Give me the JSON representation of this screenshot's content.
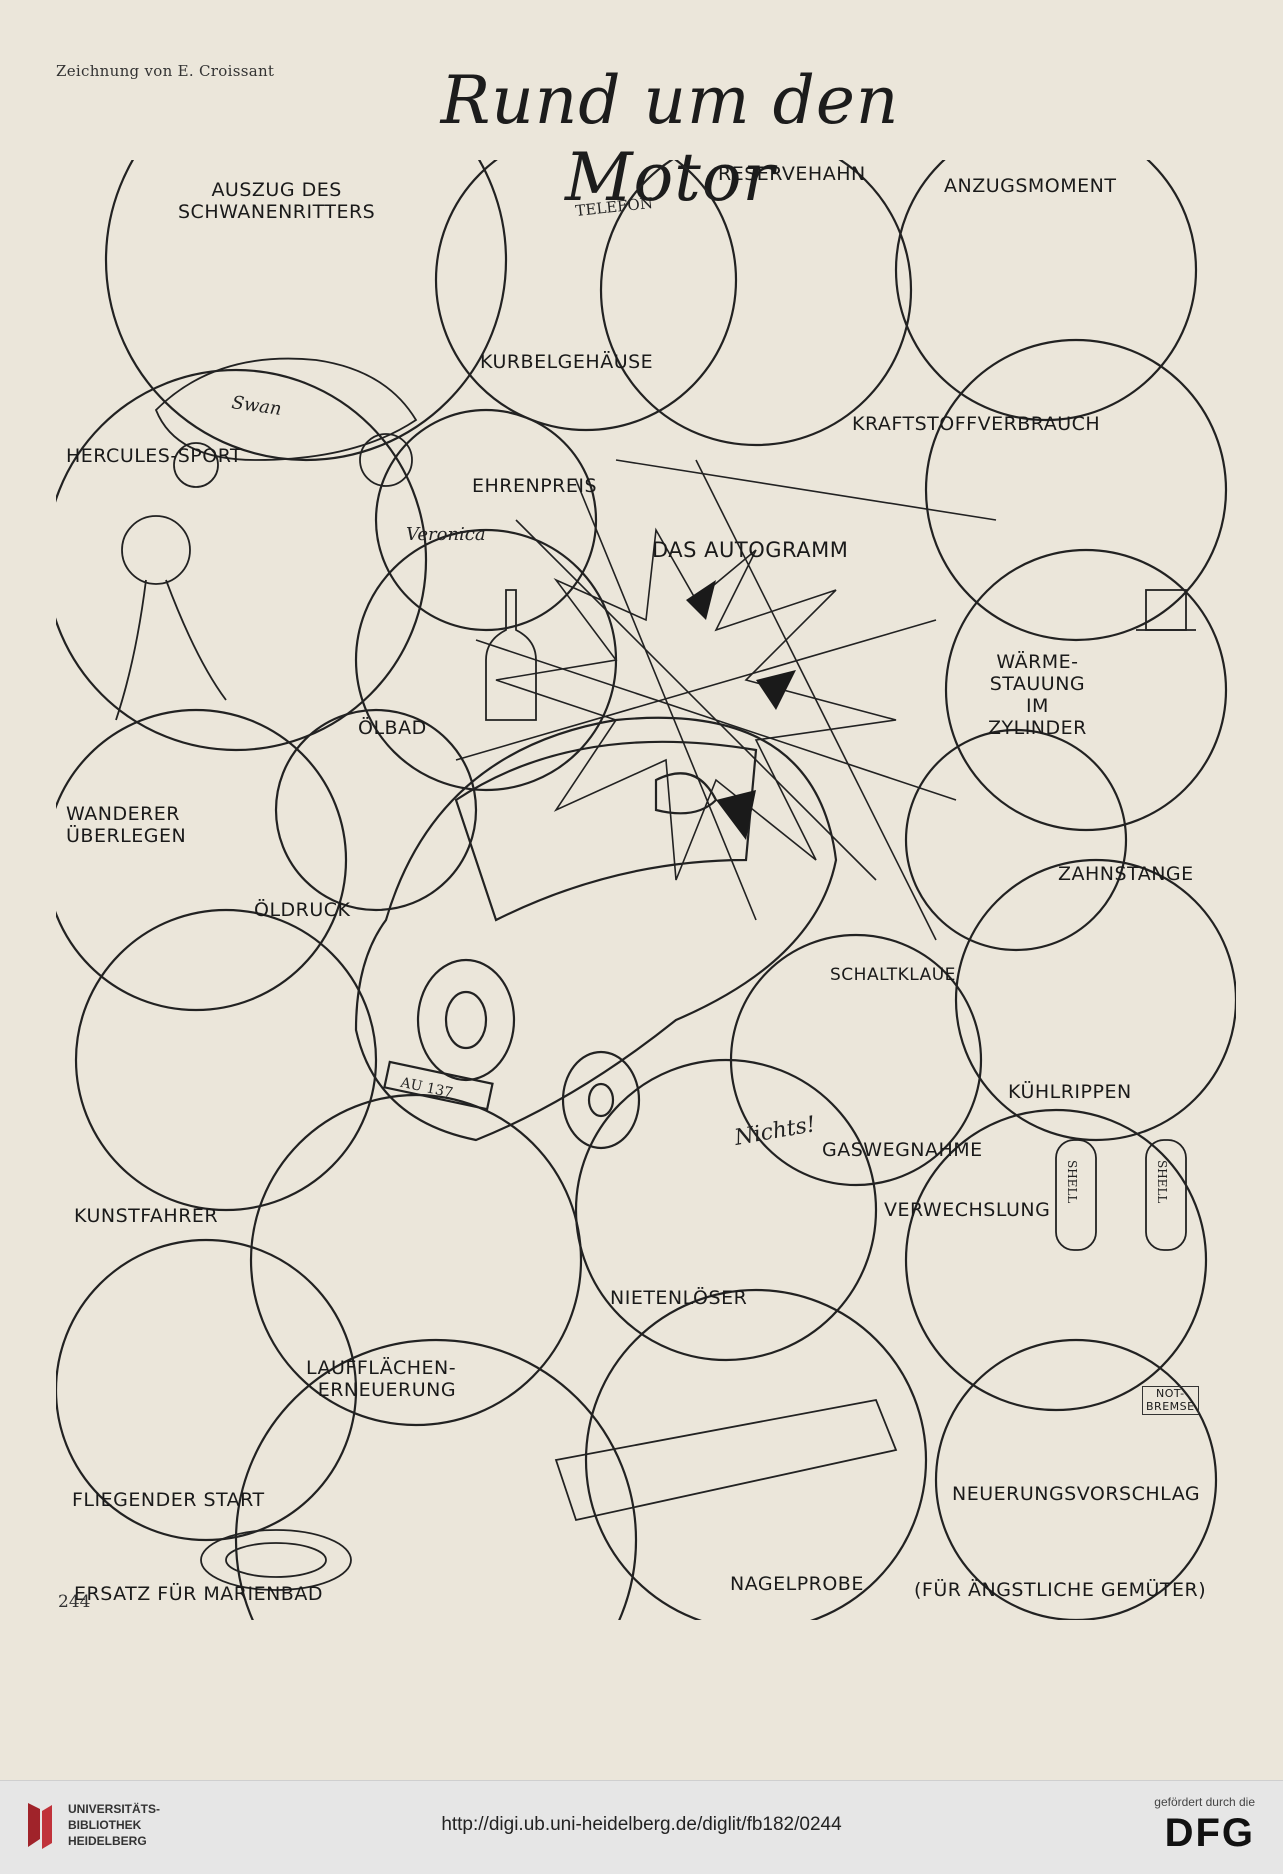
{
  "page": {
    "credit": "Zeichnung von E. Croissant",
    "title": "Rund um den Motor",
    "page_number": "244"
  },
  "captions": [
    {
      "id": "auszug",
      "text": "AUSZUG DES\nSCHWANENRITTERS"
    },
    {
      "id": "reservehahn",
      "text": "RESERVEHAHN"
    },
    {
      "id": "anzugsmoment",
      "text": "ANZUGSMOMENT"
    },
    {
      "id": "kurbelgehaeuse",
      "text": "KURBELGEHÄUSE"
    },
    {
      "id": "kraftstoffverbrauch",
      "text": "KRAFTSTOFFVERBRAUCH"
    },
    {
      "id": "hercules",
      "text": "HERCULES-SPORT"
    },
    {
      "id": "ehrenpreis",
      "text": "EHRENPREIS"
    },
    {
      "id": "autogramm",
      "text": "DAS AUTOGRAMM"
    },
    {
      "id": "waermestauung",
      "text": "WÄRME-\nSTAUUNG\nIM\nZYLINDER"
    },
    {
      "id": "oelbad",
      "text": "ÖLBAD"
    },
    {
      "id": "wanderer",
      "text": "WANDERER\nÜBERLEGEN"
    },
    {
      "id": "oeldruck",
      "text": "ÖLDRUCK"
    },
    {
      "id": "zahnstange",
      "text": "ZAHNSTANGE"
    },
    {
      "id": "schaltklaue",
      "text": "SCHALTKLAUE"
    },
    {
      "id": "kuehlrippen",
      "text": "KÜHLRIPPEN"
    },
    {
      "id": "gaswegnahme",
      "text": "GASWEGNAHME"
    },
    {
      "id": "kunstfahrer",
      "text": "KUNSTFAHRER"
    },
    {
      "id": "verwechslung",
      "text": "VERWECHSLUNG"
    },
    {
      "id": "nietenloeser",
      "text": "NIETENLÖSER"
    },
    {
      "id": "laufflaechen",
      "text": "LAUFFLÄCHEN-\nERNEUERUNG"
    },
    {
      "id": "fliegender",
      "text": "FLIEGENDER START"
    },
    {
      "id": "neuerungsvorschlag",
      "text": "NEUERUNGSVORSCHLAG"
    },
    {
      "id": "ersatz",
      "text": "ERSATZ FÜR MARIENBAD"
    },
    {
      "id": "nagelprobe",
      "text": "NAGELPROBE"
    },
    {
      "id": "aengstliche",
      "text": "(FÜR ÄNGSTLICHE GEMÜTER)"
    }
  ],
  "in_drawing_text": {
    "swan": "Swan",
    "telefon": "TELEFON",
    "veronica": "Veronica",
    "license_plate": "AU 137",
    "nichts": "Nichts!",
    "shell_left": "SHELL",
    "shell_right": "SHELL",
    "notbremse": "NOT-\nBREMSE"
  },
  "footer": {
    "library_name": "UNIVERSITÄTS-\nBIBLIOTHEK\nHEIDELBERG",
    "url": "http://digi.ub.uni-heidelberg.de/diglit/fb182/0244",
    "funding_label": "gefördert durch die",
    "funder_logo": "DFG"
  },
  "colors": {
    "paper": "#ebe6da",
    "ink": "#1a1a1a",
    "footer_bg": "#e6e6e6",
    "ub_red": "#a0232a"
  }
}
